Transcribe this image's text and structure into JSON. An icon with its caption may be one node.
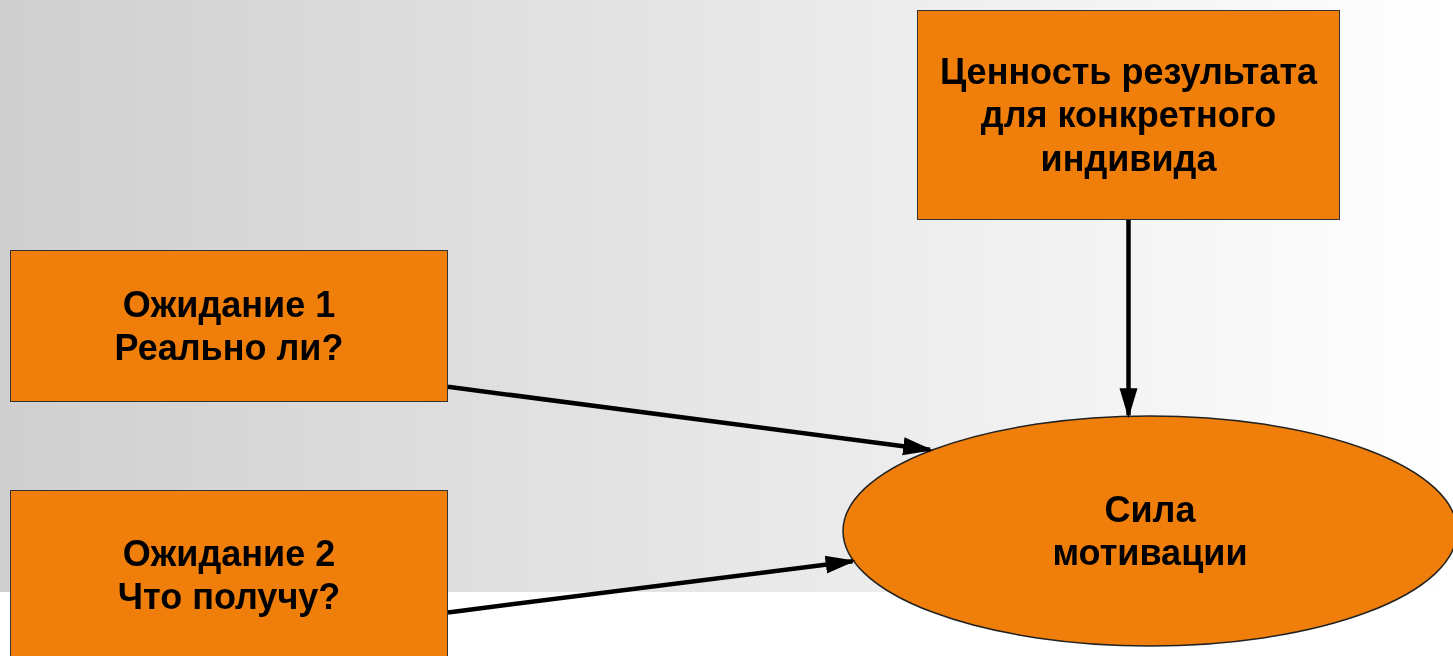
{
  "diagram": {
    "nodes": [
      {
        "text": [
          "Ожидание 1",
          "Реально ли?"
        ]
      },
      {
        "text": [
          "Ожидание 2",
          "Что получу?"
        ]
      },
      {
        "text": [
          "Ценность результата для конкретного индивида"
        ]
      },
      {
        "text": [
          "Сила мотивации"
        ]
      }
    ],
    "edges": [
      {
        "from": 0,
        "to": 3,
        "arrow": "to"
      },
      {
        "from": 1,
        "to": 3,
        "arrow": "to"
      },
      {
        "from": 2,
        "to": 3,
        "arrow": "to"
      }
    ]
  }
}
